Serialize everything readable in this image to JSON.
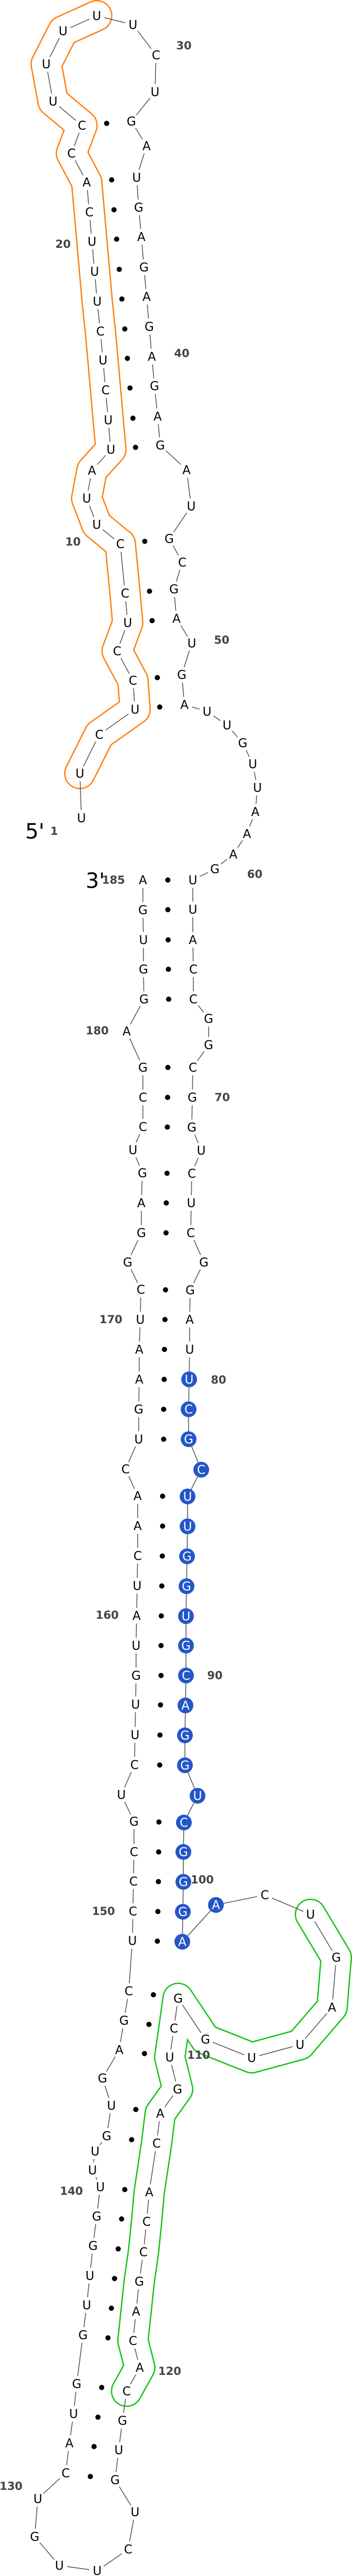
{
  "title": "RNA secondary structure",
  "sequence": "UUCUCCUCCUUAUUCUCUUUCACCUUUUUCUGAUGAGAGAGAGAUGCGAUGAUUGUUAAAGUUACCGGCGGUCUCGGAUUCGCUUGGUGCAGGUCGGGAACUGAUUGGCUGACACCGACACGUGUCUUGUCAUGGUUGGUUUGUGAGCUCCCGUCUUGUAUCAACUGAAUCGGAGUCCGAGGUGA",
  "pairs": [
    [
      24,
      32
    ],
    [
      22,
      34
    ],
    [
      21,
      35
    ],
    [
      20,
      36
    ],
    [
      19,
      37
    ],
    [
      18,
      38
    ],
    [
      17,
      39
    ],
    [
      16,
      40
    ],
    [
      15,
      41
    ],
    [
      14,
      42
    ],
    [
      13,
      43
    ],
    [
      9,
      46
    ],
    [
      8,
      48
    ],
    [
      7,
      49
    ],
    [
      5,
      51
    ],
    [
      4,
      52
    ],
    [
      62,
      185
    ],
    [
      63,
      184
    ],
    [
      64,
      183
    ],
    [
      65,
      182
    ],
    [
      66,
      181
    ],
    [
      69,
      179
    ],
    [
      70,
      178
    ],
    [
      71,
      177
    ],
    [
      73,
      175
    ],
    [
      74,
      174
    ],
    [
      75,
      173
    ],
    [
      77,
      171
    ],
    [
      78,
      170
    ],
    [
      79,
      169
    ],
    [
      80,
      168
    ],
    [
      81,
      167
    ],
    [
      82,
      166
    ],
    [
      84,
      164
    ],
    [
      85,
      163
    ],
    [
      86,
      162
    ],
    [
      87,
      161
    ],
    [
      88,
      160
    ],
    [
      89,
      159
    ],
    [
      90,
      158
    ],
    [
      91,
      157
    ],
    [
      92,
      156
    ],
    [
      93,
      155
    ],
    [
      95,
      153
    ],
    [
      96,
      152
    ],
    [
      97,
      151
    ],
    [
      98,
      150
    ],
    [
      99,
      149
    ],
    [
      108,
      148
    ],
    [
      109,
      147
    ],
    [
      110,
      146
    ],
    [
      112,
      144
    ],
    [
      113,
      143
    ],
    [
      114,
      140
    ],
    [
      115,
      139
    ],
    [
      116,
      138
    ],
    [
      117,
      137
    ],
    [
      118,
      136
    ],
    [
      119,
      135
    ],
    [
      121,
      134
    ],
    [
      122,
      133
    ],
    [
      123,
      132
    ],
    [
      124,
      131
    ]
  ],
  "ends": {
    "five_prime": "5'",
    "three_prime": "3'"
  },
  "position_labels": [
    {
      "n": 1,
      "text": "1"
    },
    {
      "n": 10,
      "text": "10"
    },
    {
      "n": 20,
      "text": "20"
    },
    {
      "n": 30,
      "text": "30"
    },
    {
      "n": 40,
      "text": "40"
    },
    {
      "n": 50,
      "text": "50"
    },
    {
      "n": 60,
      "text": "60"
    },
    {
      "n": 70,
      "text": "70"
    },
    {
      "n": 80,
      "text": "80"
    },
    {
      "n": 90,
      "text": "90"
    },
    {
      "n": 100,
      "text": "100"
    },
    {
      "n": 110,
      "text": "110"
    },
    {
      "n": 120,
      "text": "120"
    },
    {
      "n": 130,
      "text": "130"
    },
    {
      "n": 140,
      "text": "140"
    },
    {
      "n": 150,
      "text": "150"
    },
    {
      "n": 160,
      "text": "160"
    },
    {
      "n": 170,
      "text": "170"
    },
    {
      "n": 180,
      "text": "180"
    },
    {
      "n": 185,
      "text": "185"
    }
  ],
  "highlights": {
    "filled_range": [
      80,
      100
    ],
    "filled_color": "#2456c8",
    "outlined": [
      {
        "range": [
          2,
          28
        ],
        "color": "#ff7f0e"
      },
      {
        "range": [
          102,
          121
        ],
        "color": "#11c411"
      }
    ]
  },
  "colors": {
    "backbone": "#5a5a5a",
    "pair_dot": "#000000",
    "label": "#444444"
  }
}
